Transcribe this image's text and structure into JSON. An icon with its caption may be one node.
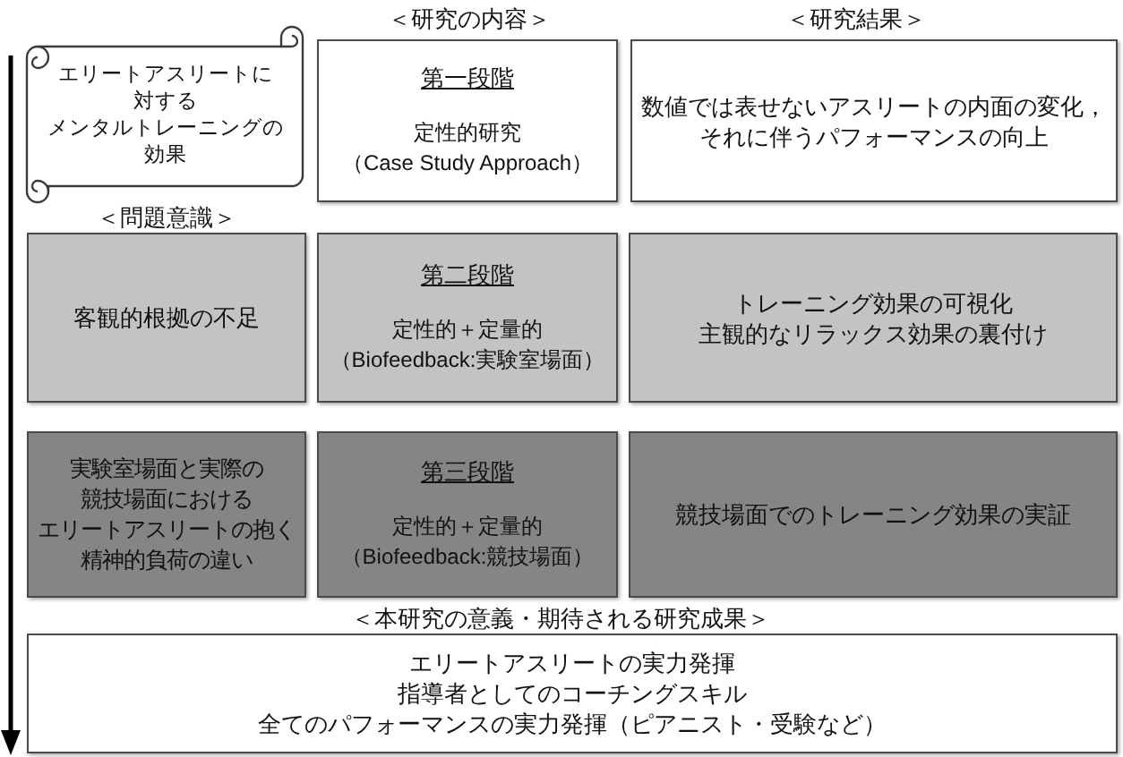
{
  "diagram": {
    "nodes": [
      {
        "text": [
          "エリートアスリートに対するメンタルトレーニングの効果"
        ]
      },
      {
        "text": [
          "第一段階",
          "定性的研究",
          "（Case Study Approach）"
        ]
      },
      {
        "text": [
          "数値では表せないアスリートの内面の変化，それに伴うパフォーマンスの向上"
        ]
      },
      {
        "text": [
          "客観的根拠の不足"
        ]
      },
      {
        "text": [
          "第二段階",
          "定性的＋定量的",
          "（Biofeedback:実験室場面）"
        ]
      },
      {
        "text": [
          "トレーニング効果の可視化",
          "主観的なリラックス効果の裏付け"
        ]
      },
      {
        "text": [
          "実験室場面と実際の競技場面におけるエリートアスリートの抱く精神的負荷の違い"
        ]
      },
      {
        "text": [
          "第三段階",
          "定性的＋定量的",
          "（Biofeedback:競技場面）"
        ]
      },
      {
        "text": [
          "競技場面でのトレーニング効果の実証"
        ]
      },
      {
        "text": [
          "エリートアスリートの実力発揮",
          "指導者としてのコーチングスキル",
          "全てのパフォーマンスの実力発揮（ピアニスト・受験など）"
        ]
      }
    ],
    "labels": [
      "＜研究の内容＞",
      "＜研究結果＞",
      "＜問題意識＞",
      "＜本研究の意義・期待される研究成果＞"
    ]
  }
}
